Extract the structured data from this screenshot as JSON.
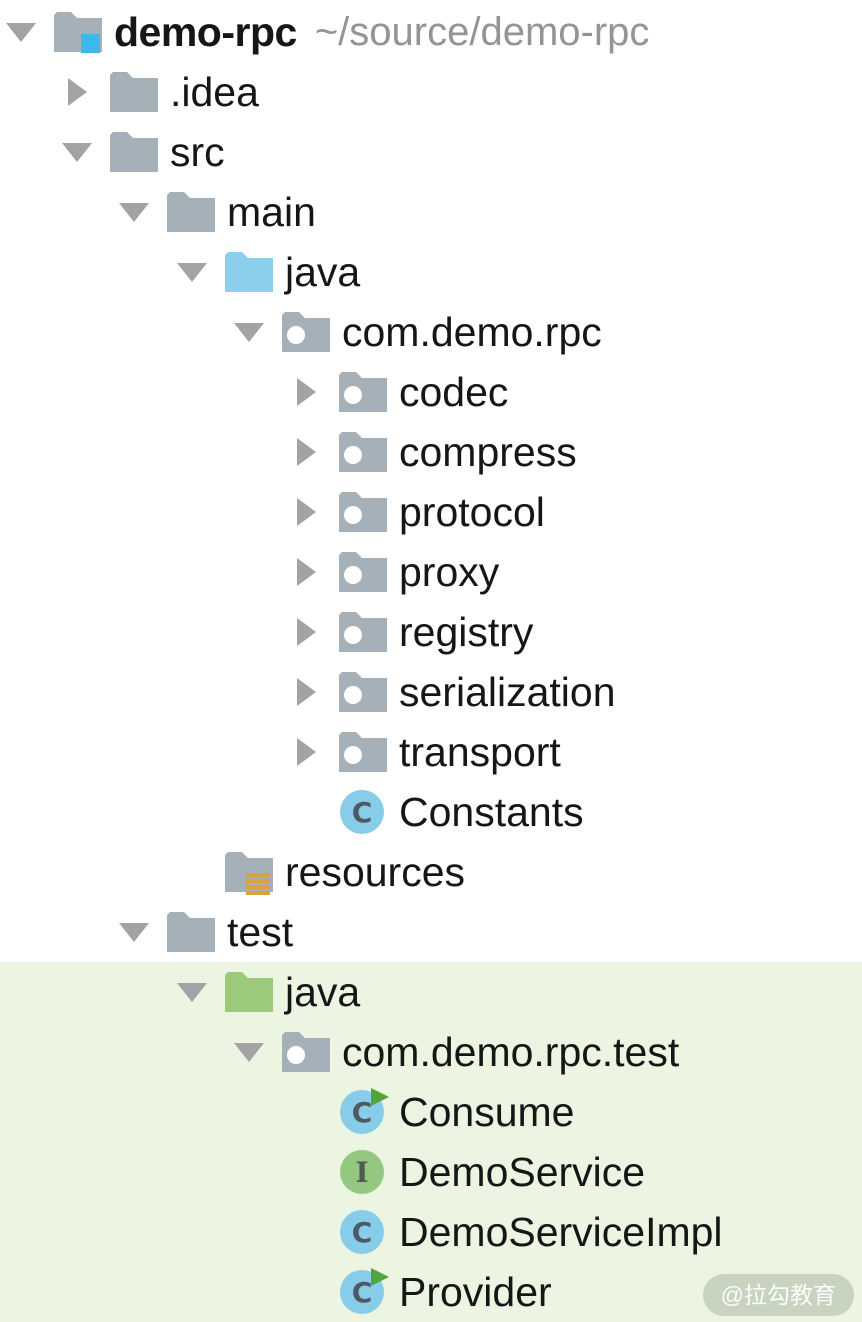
{
  "window": {
    "view": "project-tree"
  },
  "colors": {
    "folder_gray": "#a6b0b8",
    "folder_source_blue": "#8bcfec",
    "folder_test_green": "#9cca7d",
    "project_badge_blue": "#3fb7ea",
    "class_circle_blue": "#87cce8",
    "interface_circle_green": "#94c77f",
    "run_badge_green": "#55a33c",
    "resources_bars_amber": "#d8a242",
    "test_section_bg": "#ecf5e2",
    "arrow_gray": "#a3a3a3",
    "label_text": "#161616",
    "path_text": "#949494"
  },
  "tree": {
    "rows": [
      {
        "label": "demo-rpc",
        "annotation": "~/source/demo-rpc",
        "level": 0,
        "arrow": "expanded",
        "icon": "project-folder",
        "bold": true,
        "section": "white"
      },
      {
        "label": ".idea",
        "level": 1,
        "arrow": "collapsed",
        "icon": "folder",
        "section": "white"
      },
      {
        "label": "src",
        "level": 1,
        "arrow": "expanded",
        "icon": "folder",
        "section": "white"
      },
      {
        "label": "main",
        "level": 2,
        "arrow": "expanded",
        "icon": "folder",
        "section": "white"
      },
      {
        "label": "java",
        "level": 3,
        "arrow": "expanded",
        "icon": "folder-source",
        "section": "white"
      },
      {
        "label": "com.demo.rpc",
        "level": 4,
        "arrow": "expanded",
        "icon": "package",
        "section": "white"
      },
      {
        "label": "codec",
        "level": 5,
        "arrow": "collapsed",
        "icon": "package",
        "section": "white"
      },
      {
        "label": "compress",
        "level": 5,
        "arrow": "collapsed",
        "icon": "package",
        "section": "white"
      },
      {
        "label": "protocol",
        "level": 5,
        "arrow": "collapsed",
        "icon": "package",
        "section": "white"
      },
      {
        "label": "proxy",
        "level": 5,
        "arrow": "collapsed",
        "icon": "package",
        "section": "white"
      },
      {
        "label": "registry",
        "level": 5,
        "arrow": "collapsed",
        "icon": "package",
        "section": "white"
      },
      {
        "label": "serialization",
        "level": 5,
        "arrow": "collapsed",
        "icon": "package",
        "section": "white"
      },
      {
        "label": "transport",
        "level": 5,
        "arrow": "collapsed",
        "icon": "package",
        "section": "white"
      },
      {
        "label": "Constants",
        "level": 5,
        "arrow": "none",
        "icon": "class",
        "section": "white"
      },
      {
        "label": "resources",
        "level": 3,
        "arrow": "none",
        "icon": "folder-resources",
        "section": "white"
      },
      {
        "label": "test",
        "level": 2,
        "arrow": "expanded",
        "icon": "folder",
        "section": "white"
      },
      {
        "label": "java",
        "level": 3,
        "arrow": "expanded",
        "icon": "folder-test",
        "section": "green"
      },
      {
        "label": "com.demo.rpc.test",
        "level": 4,
        "arrow": "expanded",
        "icon": "package",
        "section": "green"
      },
      {
        "label": "Consume",
        "level": 5,
        "arrow": "none",
        "icon": "class-run",
        "section": "green"
      },
      {
        "label": "DemoService",
        "level": 5,
        "arrow": "none",
        "icon": "interface",
        "section": "green"
      },
      {
        "label": "DemoServiceImpl",
        "level": 5,
        "arrow": "none",
        "icon": "class",
        "section": "green"
      },
      {
        "label": "Provider",
        "level": 5,
        "arrow": "none",
        "icon": "class-run",
        "section": "green"
      }
    ]
  },
  "watermark": {
    "label": "@拉勾教育"
  }
}
